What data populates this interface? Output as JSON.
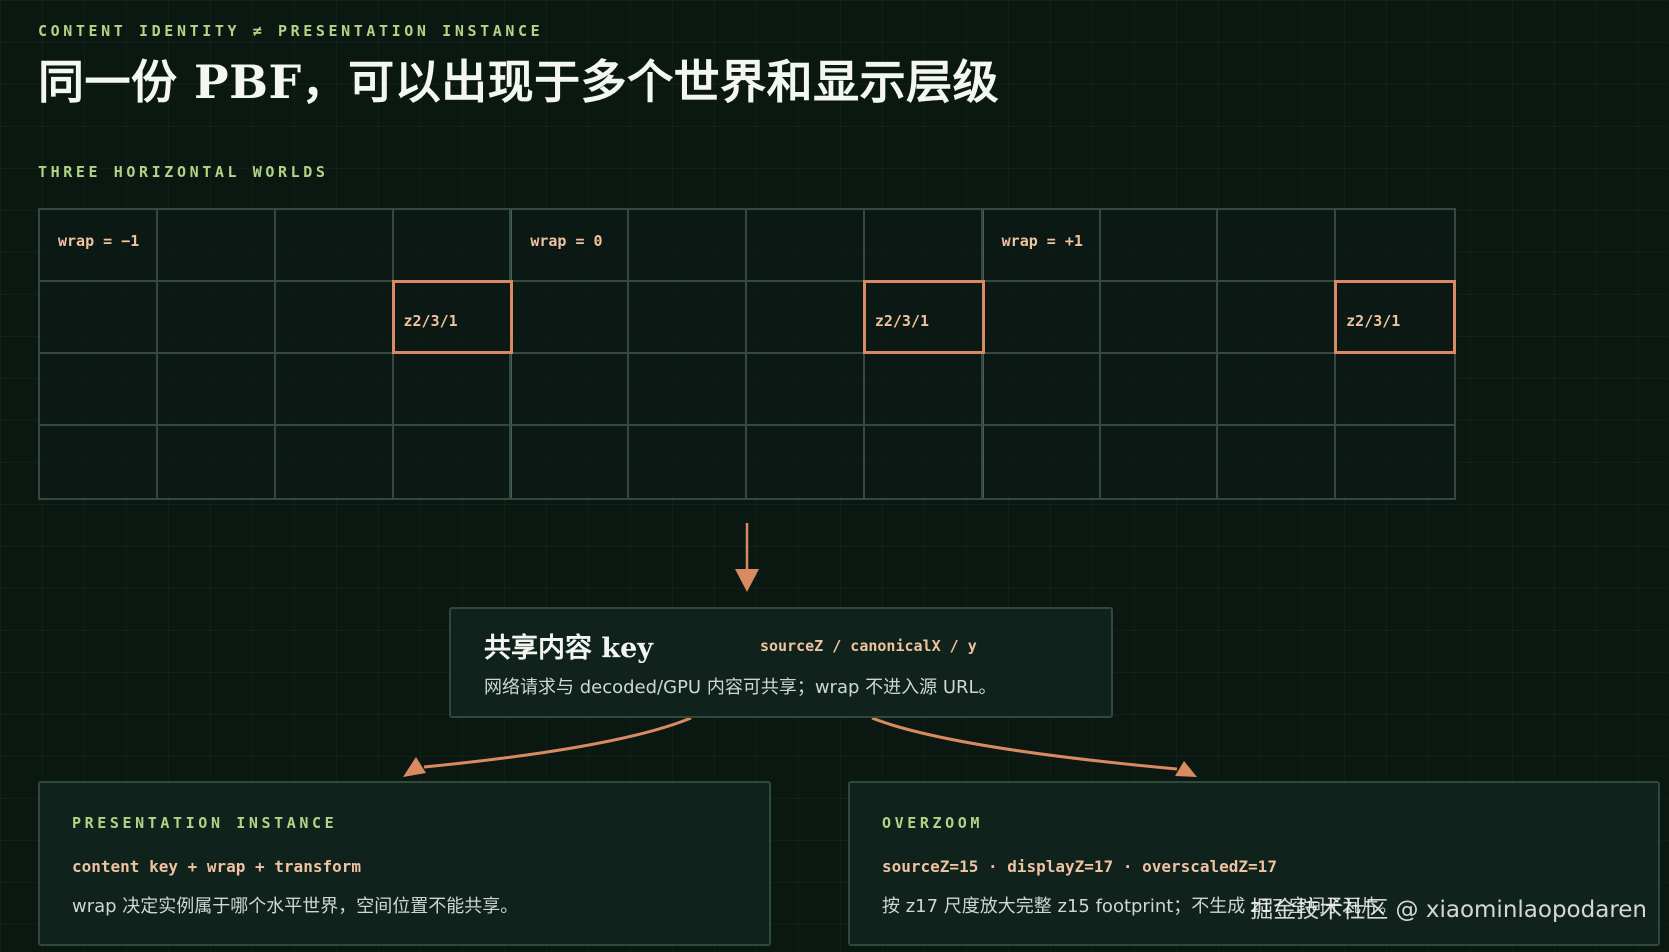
{
  "header": {
    "kicker": "CONTENT IDENTITY ≠ PRESENTATION INSTANCE",
    "title": "同一份 PBF，可以出现于多个世界和显示层级"
  },
  "worlds": {
    "section_label": "THREE HORIZONTAL WORLDS",
    "columns": 12,
    "rows": 4,
    "items": [
      {
        "wrap_label": "wrap = −1",
        "tile_label": "z2/3/1"
      },
      {
        "wrap_label": "wrap = 0",
        "tile_label": "z2/3/1"
      },
      {
        "wrap_label": "wrap = +1",
        "tile_label": "z2/3/1"
      }
    ]
  },
  "shared_key": {
    "title": "共享内容 key",
    "code": "sourceZ / canonicalX / y",
    "description": "网络请求与 decoded/GPU 内容可共享；wrap 不进入源 URL。"
  },
  "presentation": {
    "eyebrow": "PRESENTATION INSTANCE",
    "code": "content key + wrap + transform",
    "description": "wrap 决定实例属于哪个水平世界，空间位置不能共享。"
  },
  "overzoom": {
    "eyebrow": "OVERZOOM",
    "code": "sourceZ=15 · displayZ=17 · overscaledZ=17",
    "description": "按 z17 尺度放大完整 z15 footprint；不生成 z17 空间子瓦片。"
  },
  "watermark": "掘金技术社区 @ xiaominlaopodaren",
  "colors": {
    "accent_green": "#b2d487",
    "accent_orange": "#d98a63",
    "background": "#0b1812"
  }
}
